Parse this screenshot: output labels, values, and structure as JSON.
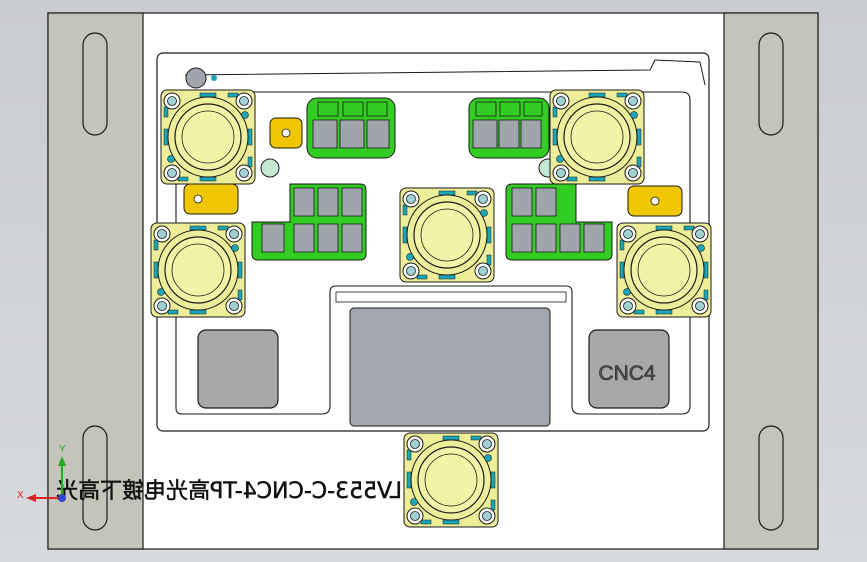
{
  "viewport": {
    "background_top": "#c9ccd1",
    "background_bottom": "#d7dadd"
  },
  "plate": {
    "fill": "#ffffff",
    "rail_fill": "#c4c4bb",
    "outline": "#1a1a1a"
  },
  "colors": {
    "clamp_body": "#eeee9a",
    "clamp_ring": "#f3f3a8",
    "clamp_bolt": "#9fd2d2",
    "clamp_port": "#1aa6b7",
    "locator_pad": "#f0c600",
    "pocket_green": "#33cc22",
    "pocket_gray": "#a0a4ab",
    "block_gray": "#a8a8a8",
    "window_gray": "#a3a8b0",
    "axis_x": "#dd2222",
    "axis_y": "#22aa22",
    "axis_z": "#3344cc"
  },
  "labels": {
    "cnc_block": "CNC4",
    "engraving": "LV553-C-CNC4-TP高光电镀下高光"
  },
  "triad": {
    "x_label": "X",
    "y_label": "Y"
  }
}
